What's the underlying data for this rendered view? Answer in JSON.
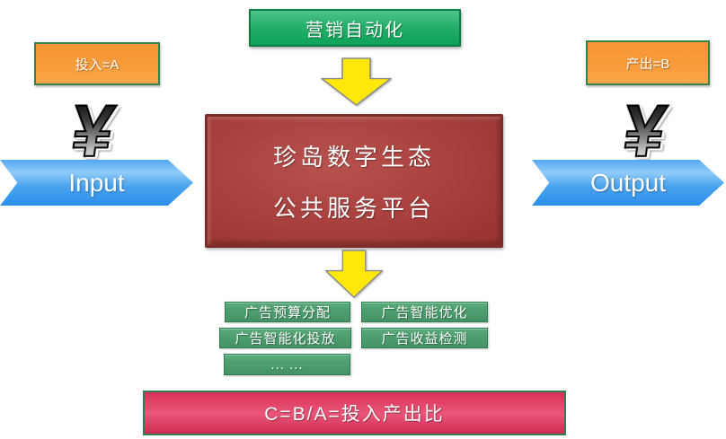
{
  "title_box": {
    "label": "营销自动化"
  },
  "input_side": {
    "tag_label": "投入=A",
    "currency_symbol": "¥",
    "arrow_label": "Input"
  },
  "output_side": {
    "tag_label": "产出=B",
    "currency_symbol": "¥",
    "arrow_label": "Output"
  },
  "platform_box": {
    "line1": "珍岛数字生态",
    "line2": "公共服务平台"
  },
  "features": {
    "items": [
      "广告预算分配",
      "广告智能优化",
      "广告智能化投放",
      "广告收益检测",
      "... ..."
    ]
  },
  "formula_box": {
    "label": "C=B/A=投入产出比"
  },
  "colors": {
    "title_green": "#0da156",
    "tag_orange": "#f89c3c",
    "arrow_blue": "#2b8fe9",
    "platform_red": "#a73f3d",
    "down_arrow_yellow": "#ffe70a",
    "feature_green": "#4d9f70",
    "formula_crimson": "#d93058",
    "border_green": "#2f7d52"
  }
}
